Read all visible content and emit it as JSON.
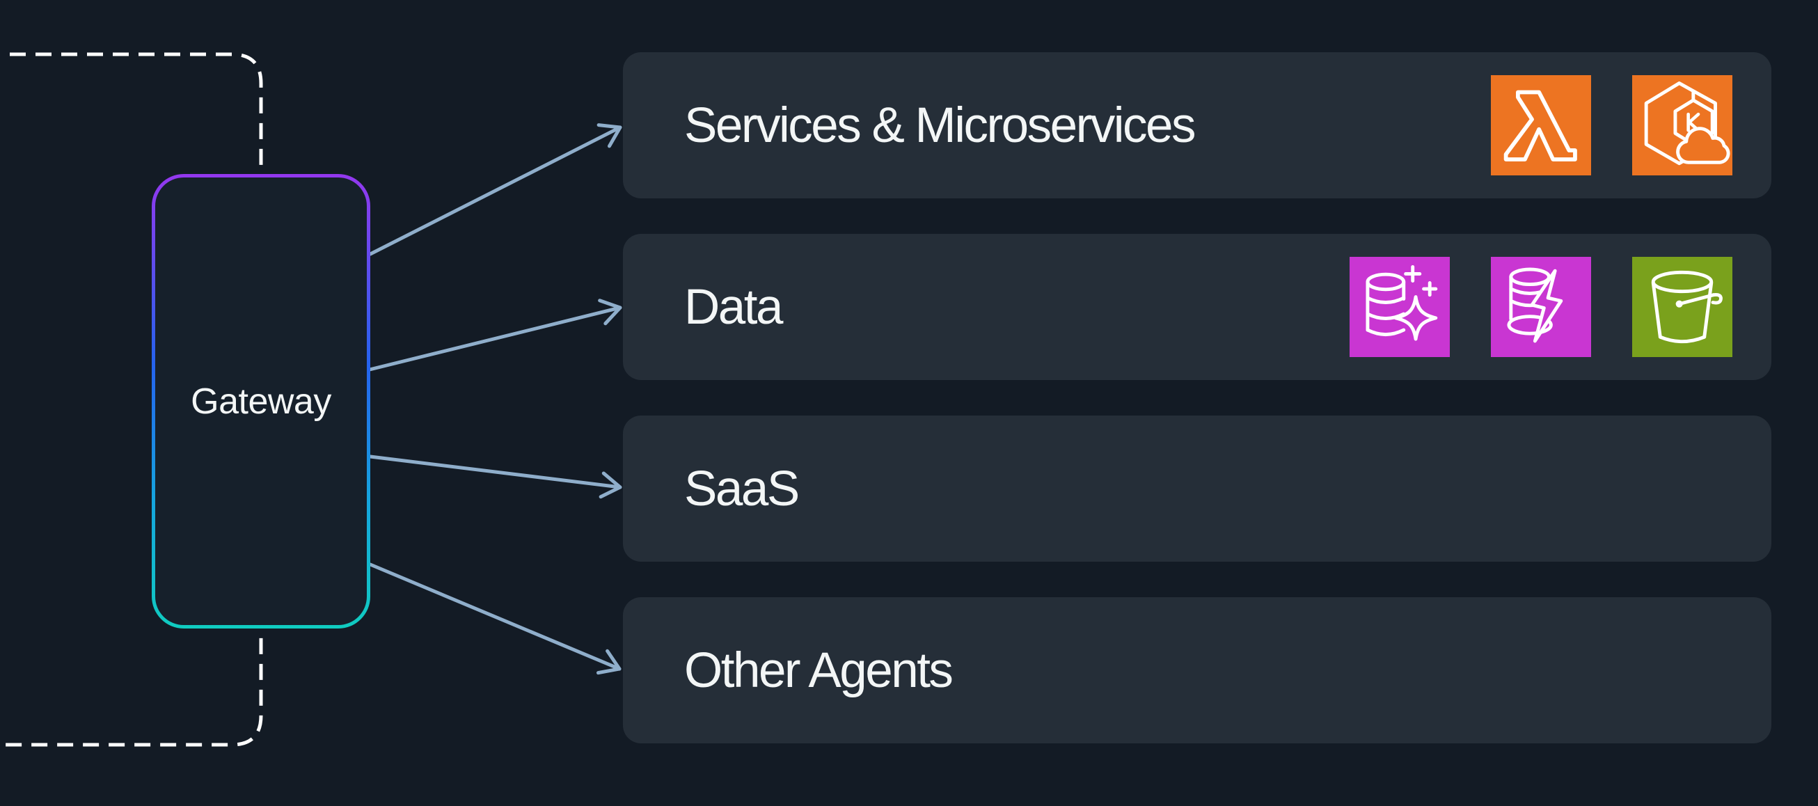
{
  "colors": {
    "background": "#131B25",
    "card_background": "#252E38",
    "gateway_fill": "#16202B",
    "text": "#F3F6F6",
    "arrow": "#8FAECB",
    "dashed_border": "#FFFFFF",
    "gateway_border_top": "#9438EF",
    "gateway_border_blue": "#2563EE",
    "gateway_border_cyan": "#15A5DE",
    "gateway_border_bottom": "#10CCC0",
    "aws_orange": "#ED7422",
    "aws_magenta": "#C936D2",
    "aws_green": "#7AA11C"
  },
  "gateway": {
    "label": "Gateway"
  },
  "cards": [
    {
      "title": "Services & Microservices",
      "icons": [
        "lambda-icon",
        "eks-icon"
      ]
    },
    {
      "title": "Data",
      "icons": [
        "database-sparkle-icon",
        "database-lightning-icon",
        "s3-bucket-icon"
      ]
    },
    {
      "title": "SaaS",
      "icons": []
    },
    {
      "title": "Other Agents",
      "icons": []
    }
  ]
}
